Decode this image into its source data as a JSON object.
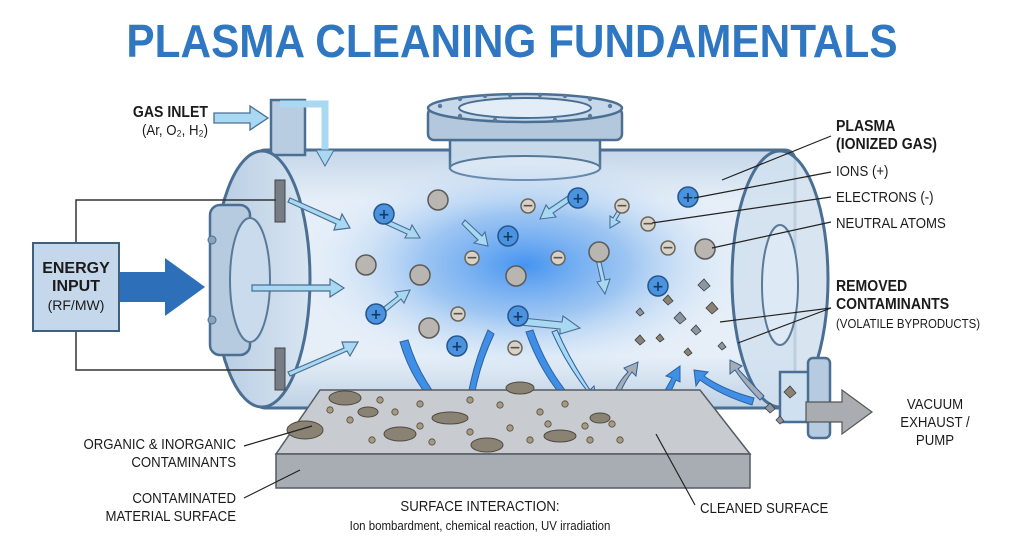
{
  "title": "PLASMA CLEANING FUNDAMENTALS",
  "labels": {
    "gas_inlet": {
      "title": "GAS INLET",
      "detail": "(Ar, O₂, H₂)"
    },
    "energy_input": {
      "line1": "ENERGY",
      "line2": "INPUT",
      "line3": "(RF/MW)"
    },
    "plasma": {
      "line1": "PLASMA",
      "line2": "(IONIZED GAS)"
    },
    "ions": "IONS (+)",
    "electrons": "ELECTRONS (-)",
    "neutral_atoms": "NEUTRAL ATOMS",
    "removed_contaminants": {
      "line1": "REMOVED",
      "line2": "CONTAMINANTS",
      "line3": "(VOLATILE BYPRODUCTS)"
    },
    "vacuum_exhaust": {
      "line1": "VACUUM",
      "line2": "EXHAUST /",
      "line3": "PUMP"
    },
    "organic_contaminants": {
      "line1": "ORGANIC & INORGANIC",
      "line2": "CONTAMINANTS"
    },
    "material_surface": {
      "line1": "CONTAMINATED",
      "line2": "MATERIAL SURFACE"
    },
    "surface_interaction": {
      "title": "SURFACE INTERACTION:",
      "detail": "Ion bombardment, chemical reaction, UV irradiation"
    },
    "cleaned_surface": "CLEANED SURFACE"
  },
  "particle_symbols": {
    "ion": "+",
    "electron": "−"
  },
  "colors": {
    "title": "#2f77c0",
    "chamber_outline": "#4a6f93",
    "chamber_fill": "#d6e4f1",
    "plasma_glow": "#3d8ff0",
    "ion": "#4b93de",
    "electron": "#d9d2c8",
    "neutral": "#b9b5b0",
    "arrow_light": "#a9d8f2",
    "arrow_blue": "#3f8fe6",
    "arrow_gray": "#a9adb2",
    "energy_arrow": "#2d6fb8",
    "surface_top": "#c8ccd1",
    "surface_side": "#a8adb3"
  }
}
